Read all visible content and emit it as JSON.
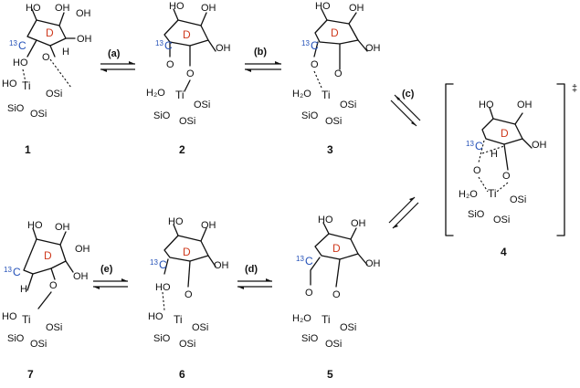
{
  "structures": {
    "s1": {
      "number": "1",
      "carbon_label": "13C",
      "config_label": "D"
    },
    "s2": {
      "number": "2",
      "carbon_label": "13C",
      "config_label": "D"
    },
    "s3": {
      "number": "3",
      "carbon_label": "13C",
      "config_label": "D"
    },
    "s4": {
      "number": "4",
      "carbon_label": "13C",
      "config_label": "D",
      "ts_mark": "‡"
    },
    "s5": {
      "number": "5",
      "carbon_label": "13C",
      "config_label": "D"
    },
    "s6": {
      "number": "6",
      "carbon_label": "13C",
      "config_label": "D"
    },
    "s7": {
      "number": "7",
      "carbon_label": "13C",
      "config_label": "D"
    }
  },
  "steps": {
    "a": "(a)",
    "b": "(b)",
    "c": "(c)",
    "d": "(d)",
    "e": "(e)"
  },
  "atoms": {
    "ho": "HO",
    "oh": "OH",
    "o": "O",
    "h": "H",
    "c": "C",
    "iso": "13",
    "ti": "Ti",
    "osi": "OSi",
    "sio": "SiO",
    "h2o": "H₂O",
    "hoti": "HO"
  },
  "colors": {
    "isotope": "#2451b8",
    "config": "#cf3a1e",
    "ink": "#111111"
  }
}
